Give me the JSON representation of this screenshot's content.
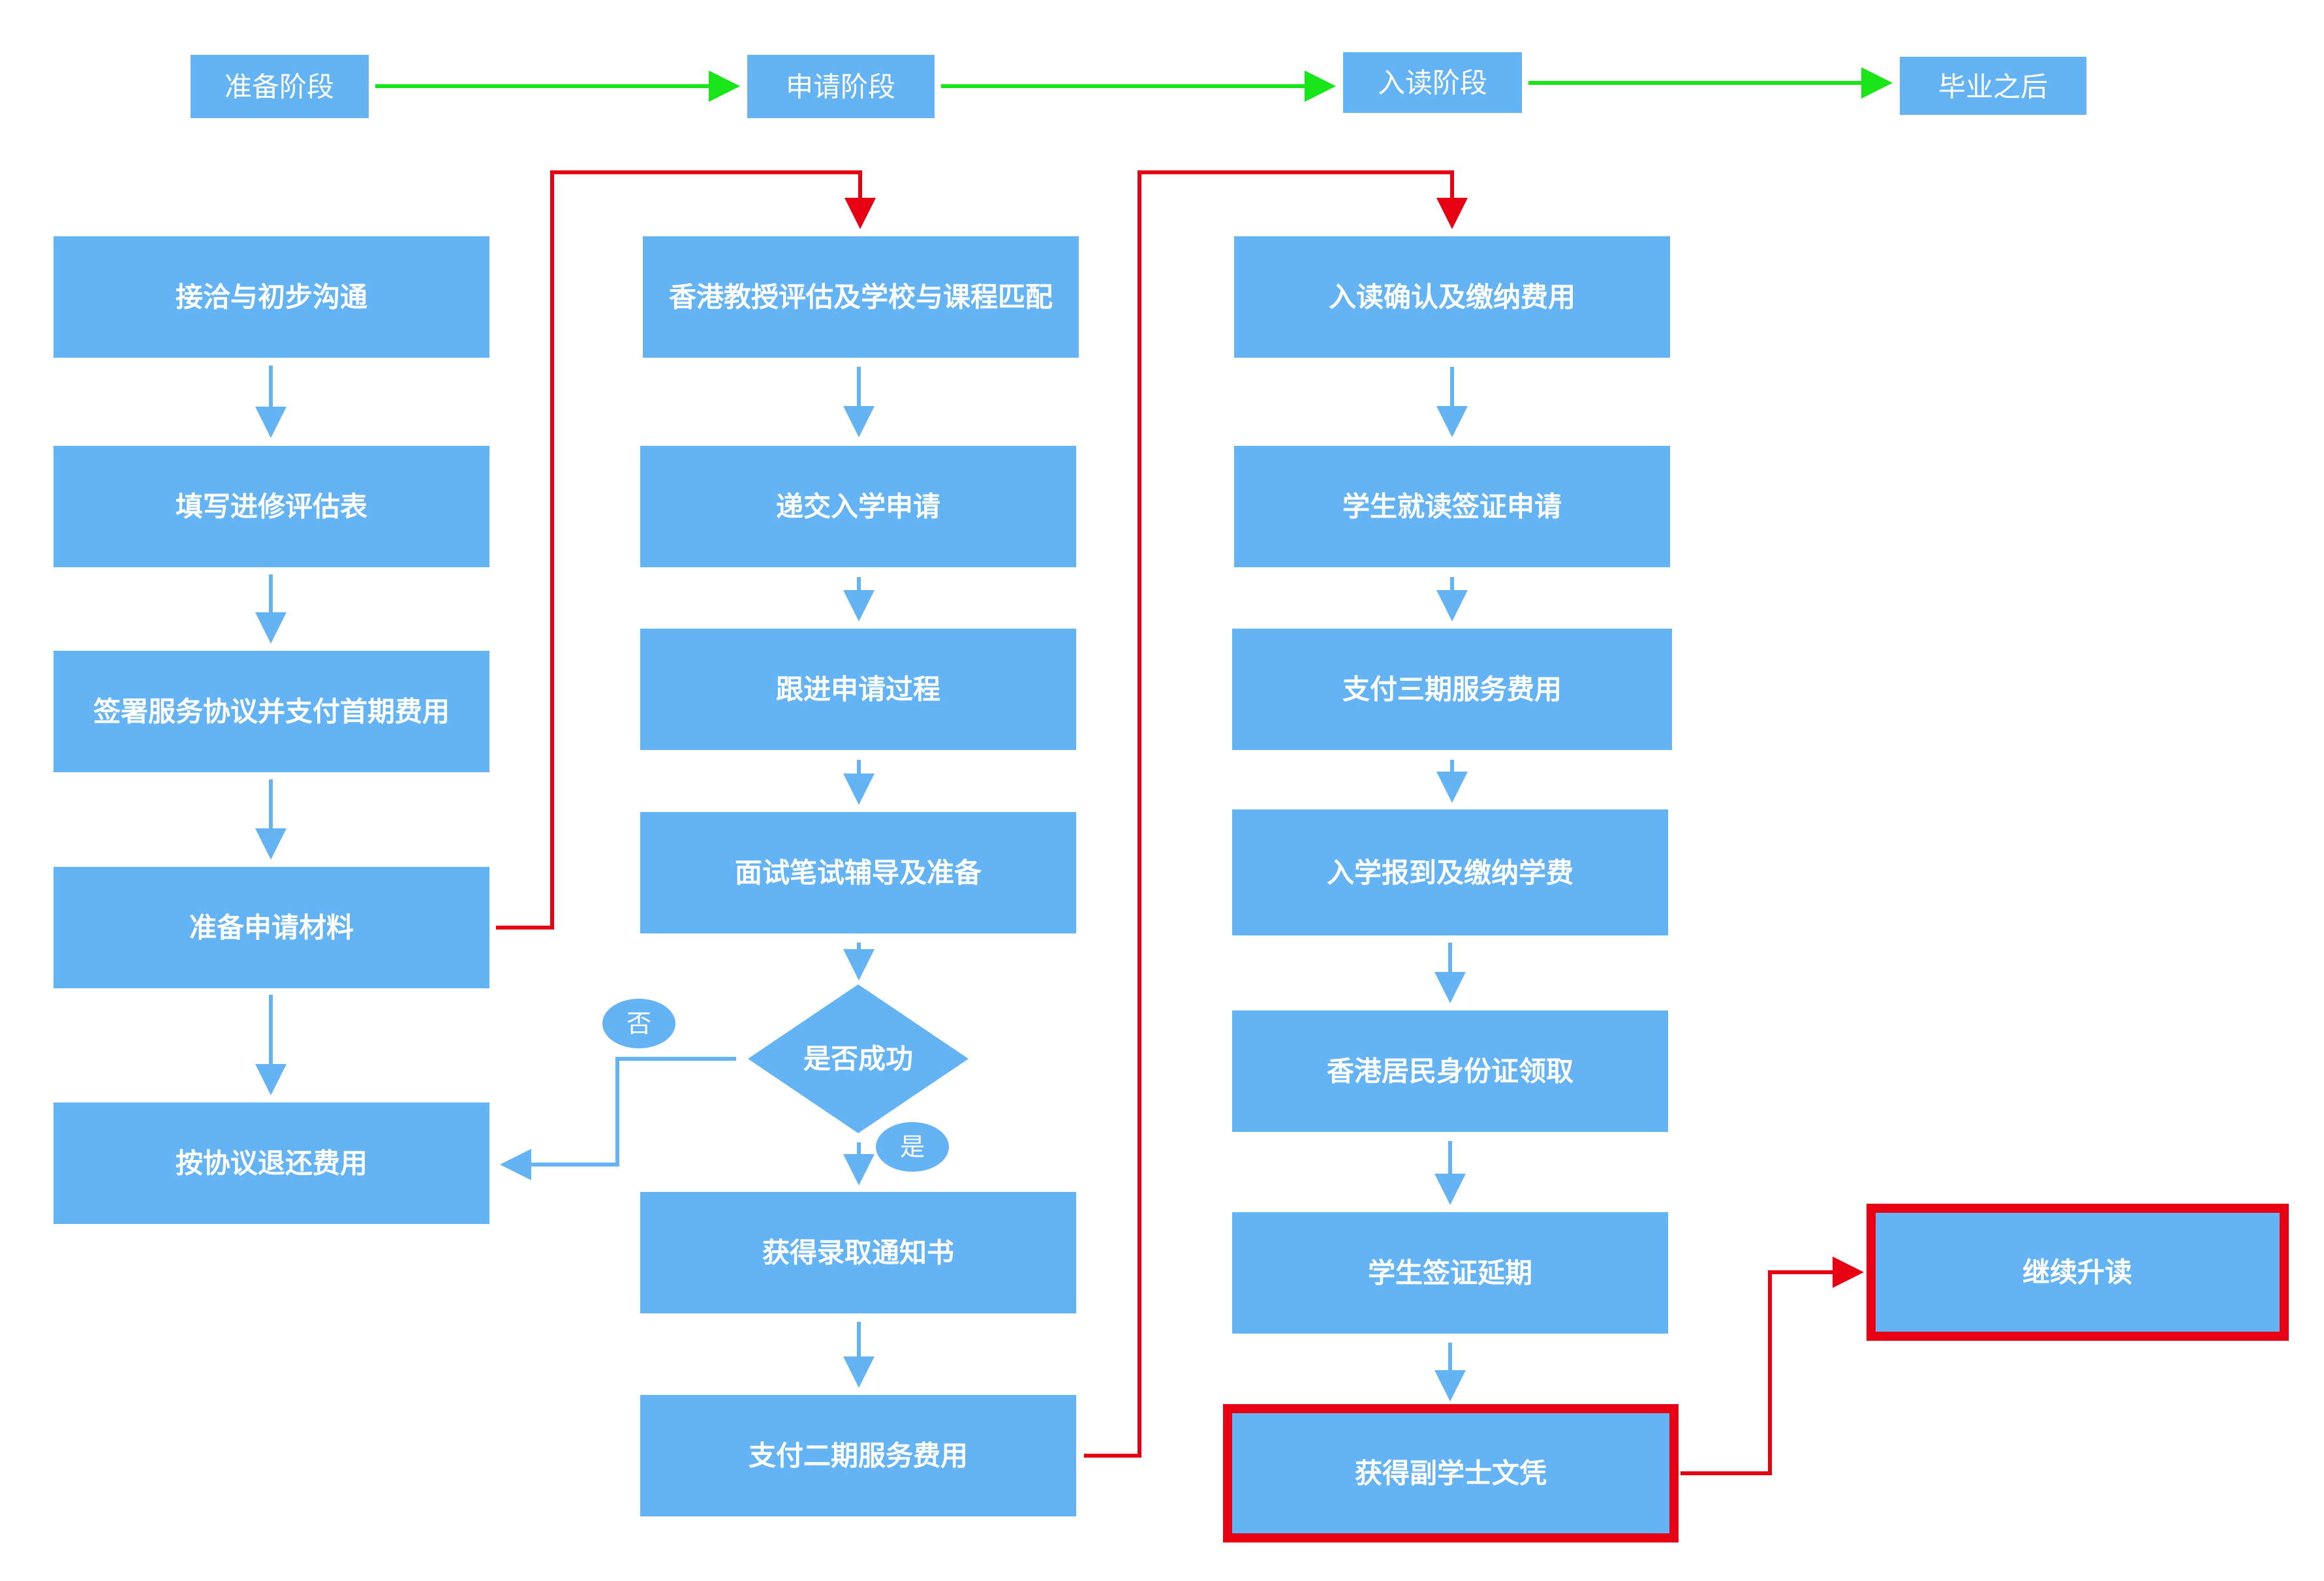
{
  "colors": {
    "node_fill": "#64b3f4",
    "node_text": "#ffffff",
    "stage_arrow": "#19e619",
    "transition_arrow": "#e60012",
    "highlight_border": "#e60012"
  },
  "stages": [
    "准备阶段",
    "申请阶段",
    "入读阶段",
    "毕业之后"
  ],
  "prep": {
    "steps": [
      "接洽与初步沟通",
      "填写进修评估表",
      "签署服务协议并支付首期费用",
      "准备申请材料",
      "按协议退还费用"
    ]
  },
  "apply": {
    "steps": [
      "香港教授评估及学校与课程匹配",
      "递交入学申请",
      "跟进申请过程",
      "面试笔试辅导及准备"
    ],
    "decision": "是否成功",
    "no_label": "否",
    "yes_label": "是",
    "after": [
      "获得录取通知书",
      "支付二期服务费用"
    ]
  },
  "enroll": {
    "steps": [
      "入读确认及缴纳费用",
      "学生就读签证申请",
      "支付三期服务费用",
      "入学报到及缴纳学费",
      "香港居民身份证领取",
      "学生签证延期",
      "获得副学士文凭"
    ]
  },
  "after_grad": {
    "steps": [
      "继续升读"
    ]
  }
}
